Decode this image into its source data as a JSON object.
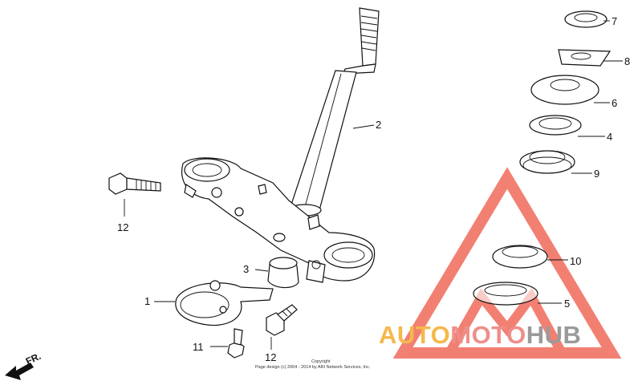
{
  "callouts": [
    {
      "id": "c1",
      "text": "1"
    },
    {
      "id": "c2",
      "text": "2"
    },
    {
      "id": "c3",
      "text": "3"
    },
    {
      "id": "c4",
      "text": "4"
    },
    {
      "id": "c5",
      "text": "5"
    },
    {
      "id": "c6",
      "text": "6"
    },
    {
      "id": "c7",
      "text": "7"
    },
    {
      "id": "c8",
      "text": "8"
    },
    {
      "id": "c9",
      "text": "9"
    },
    {
      "id": "c10",
      "text": "10"
    },
    {
      "id": "c11",
      "text": "11"
    },
    {
      "id": "c12a",
      "text": "12"
    },
    {
      "id": "c12b",
      "text": "12"
    }
  ],
  "direction_label": "FR.",
  "copyright": {
    "line1": "Copyright",
    "line2": "Page design (c) 2004 - 2014 by ARI Network Services, Inc."
  },
  "watermark": {
    "part1": "AUTO",
    "part2": "MOTO",
    "part3": "HUB",
    "colors": {
      "auto": "#f5b84c",
      "moto": "#ee8e8a",
      "hub": "#9a9a9a",
      "triangle": "#f06a5a"
    }
  }
}
